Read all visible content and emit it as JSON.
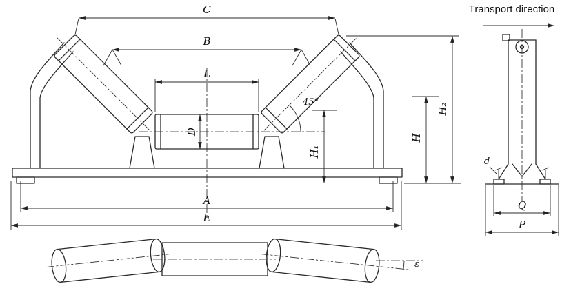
{
  "front": {
    "c": "C",
    "b": "B",
    "l": "L",
    "d_roller": "D",
    "angle45": "45°",
    "h1": "H₁",
    "h": "H",
    "h2": "H₂",
    "a": "A",
    "e": "E"
  },
  "side": {
    "transport_direction": "Transport direction",
    "d": "d",
    "q": "Q",
    "p": "P"
  },
  "plan": {
    "epsilon": "ε"
  }
}
